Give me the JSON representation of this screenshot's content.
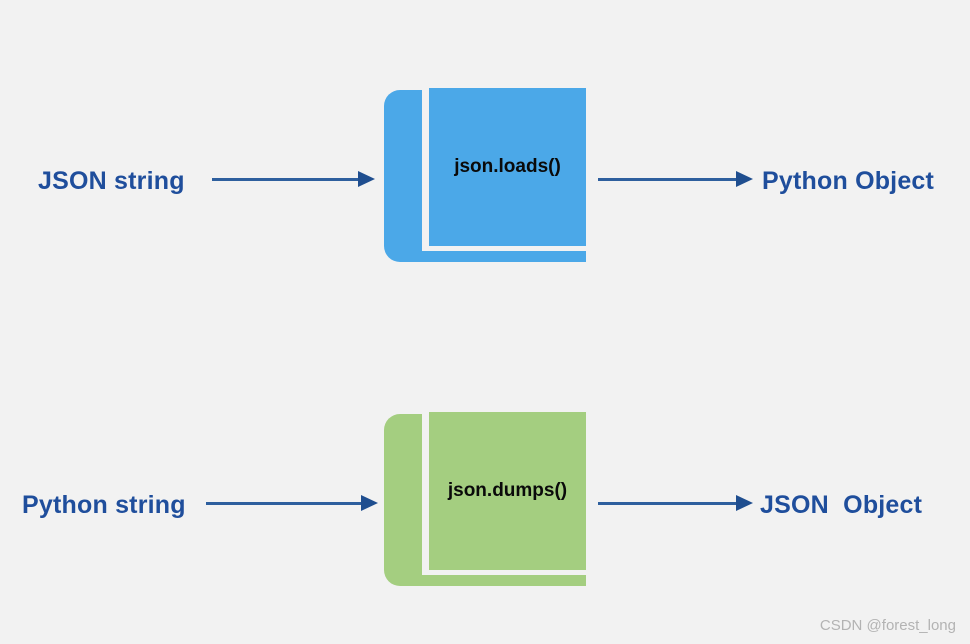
{
  "background_color": "#f2f2f2",
  "colors": {
    "label_text": "#1f4e9c",
    "arrow": "#2e5f9e",
    "book_blue": "#4ba8e8",
    "book_green": "#a4ce80",
    "function_text": "#0a0a0a",
    "watermark": "#b3b3b3"
  },
  "rows": [
    {
      "id": "loads",
      "input_label": "JSON string",
      "module_label": "json.loads()",
      "module_color": "#4ba8e8",
      "output_label": "Python Object",
      "in_arrow_name": "arrow-json-string-to-loads",
      "out_arrow_name": "arrow-loads-to-python-object"
    },
    {
      "id": "dumps",
      "input_label": "Python string",
      "module_label": "json.dumps()",
      "module_color": "#a4ce80",
      "output_label": "JSON  Object",
      "in_arrow_name": "arrow-python-string-to-dumps",
      "out_arrow_name": "arrow-dumps-to-json-object"
    }
  ],
  "watermark": "CSDN @forest_long"
}
